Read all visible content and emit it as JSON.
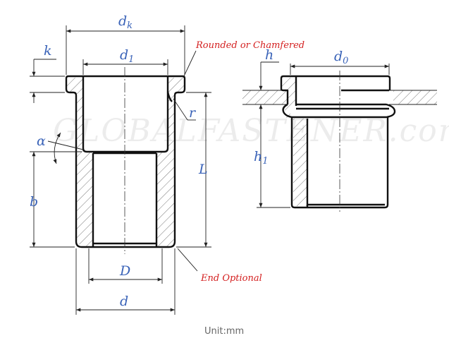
{
  "labels": {
    "dk": "d",
    "dk_sub": "k",
    "k": "k",
    "d1": "d",
    "d1_sub": "1",
    "h": "h",
    "d0": "d",
    "d0_sub": "0",
    "r": "r",
    "L": "L",
    "alpha": "α",
    "b": "b",
    "h1": "h",
    "h1_sub": "1",
    "D": "D",
    "d": "d"
  },
  "notes": {
    "rounded": "Rounded or Chamfered",
    "end_optional": "End Optional"
  },
  "watermark": "GLOBALFASTENER.com",
  "unit": "Unit:mm",
  "colors": {
    "label": "#3a63b8",
    "note": "#d42020",
    "unit": "#666666"
  }
}
